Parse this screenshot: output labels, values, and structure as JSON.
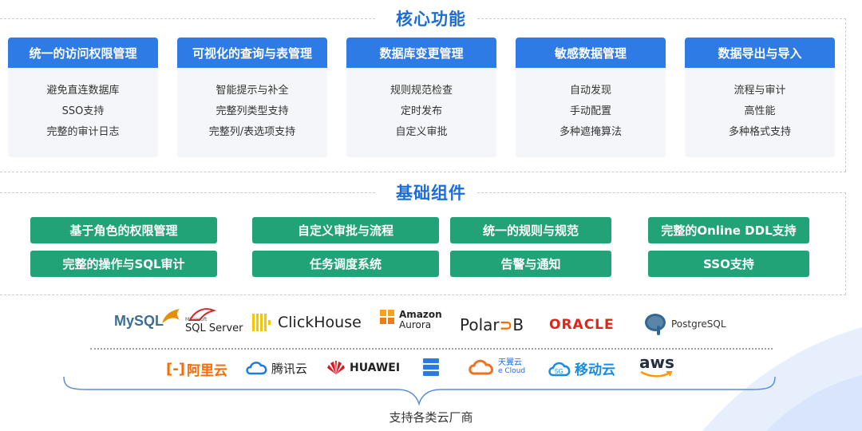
{
  "core": {
    "title": "核心功能",
    "cards": [
      {
        "title": "统一的访问权限管理",
        "items": [
          "避免直连数据库",
          "SSO支持",
          "完整的审计日志"
        ]
      },
      {
        "title": "可视化的查询与表管理",
        "items": [
          "智能提示与补全",
          "完整列类型支持",
          "完整列/表选项支持"
        ]
      },
      {
        "title": "数据库变更管理",
        "items": [
          "规则规范检查",
          "定时发布",
          "自定义审批"
        ]
      },
      {
        "title": "敏感数据管理",
        "items": [
          "自动发现",
          "手动配置",
          "多种遮掩算法"
        ]
      },
      {
        "title": "数据导出与导入",
        "items": [
          "流程与审计",
          "高性能",
          "多种格式支持"
        ]
      }
    ]
  },
  "base": {
    "title": "基础组件",
    "items": [
      "基于角色的权限管理",
      "自定义审批与流程",
      "统一的规则与规范",
      "完整的Online DDL支持",
      "完整的操作与SQL审计",
      "任务调度系统",
      "告警与通知",
      "SSO支持"
    ]
  },
  "logos": {
    "mysql": "MySQL",
    "sqlserver_small": "Microsoft",
    "sqlserver": "SQL Server",
    "clickhouse": "ClickHouse",
    "aurora_top": "Amazon",
    "aurora_bottom": "Aurora",
    "polardb_a": "Polar",
    "polardb_b": "B",
    "oracle": "ORACLE",
    "postgres": "PostgreSQL",
    "aliyun": "阿里云",
    "tencent": "腾讯云",
    "huawei": "HUAWEI",
    "tianyi_top": "天翼云",
    "tianyi_bottom": "e Cloud",
    "mobile_5g": "5G",
    "mobile": "移动云",
    "aws": "aws"
  },
  "footer": "支持各类云厂商",
  "colors": {
    "blue": "#2f7be5",
    "green": "#21a277",
    "title_blue": "#1a6ddc"
  }
}
